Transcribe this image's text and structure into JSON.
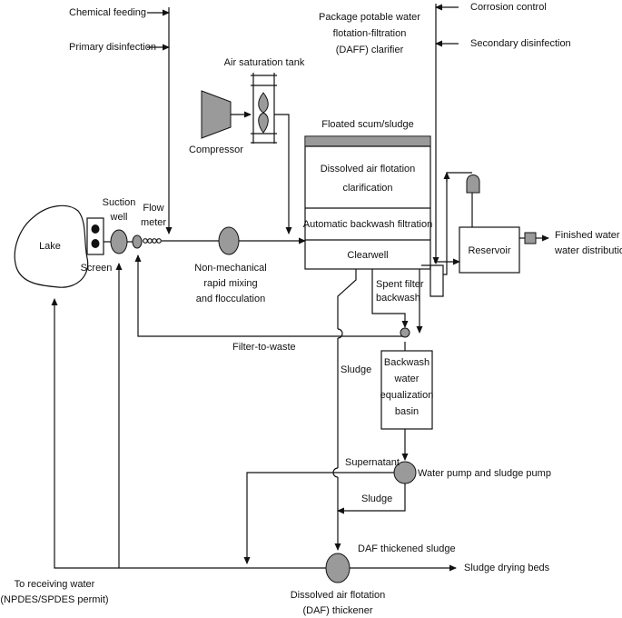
{
  "labels": {
    "chemical_feeding": "Chemical feeding",
    "primary_disinfection": "Primary disinfection",
    "package_title_1": "Package potable water",
    "package_title_2": "flotation-filtration",
    "package_title_3": "(DAFF) clarifier",
    "corrosion_control": "Corrosion control",
    "secondary_disinfection": "Secondary disinfection",
    "air_saturation_tank": "Air saturation tank",
    "compressor": "Compressor",
    "floated_scum": "Floated scum/sludge",
    "daf_clarification_1": "Dissolved air flotation",
    "daf_clarification_2": "clarification",
    "auto_backwash": "Automatic backwash filtration",
    "clearwell": "Clearwell",
    "reservoir": "Reservoir",
    "finished_water_1": "Finished water to",
    "finished_water_2": "water distribution",
    "lake": "Lake",
    "screen": "Screen",
    "suction_well_1": "Suction",
    "suction_well_2": "well",
    "flow_meter_1": "Flow",
    "flow_meter_2": "meter",
    "rapid_mixing_1": "Non-mechanical",
    "rapid_mixing_2": "rapid mixing",
    "rapid_mixing_3": "and flocculation",
    "spent_filter_1": "Spent filter",
    "spent_filter_2": "backwash",
    "filter_to_waste": "Filter-to-waste",
    "sludge_1": "Sludge",
    "backwash_basin_1": "Backwash",
    "backwash_basin_2": "water",
    "backwash_basin_3": "equalization",
    "backwash_basin_4": "basin",
    "supernatant": "Supernatant",
    "water_sludge_pump": "Water pump and sludge pump",
    "sludge_2": "Sludge",
    "daf_thickened_sludge": "DAF thickened sludge",
    "sludge_drying_beds": "Sludge drying beds",
    "receiving_water_1": "To receiving water",
    "receiving_water_2": "(NPDES/SPDES permit)",
    "thickener_1": "Dissolved air flotation",
    "thickener_2": "(DAF) thickener"
  }
}
